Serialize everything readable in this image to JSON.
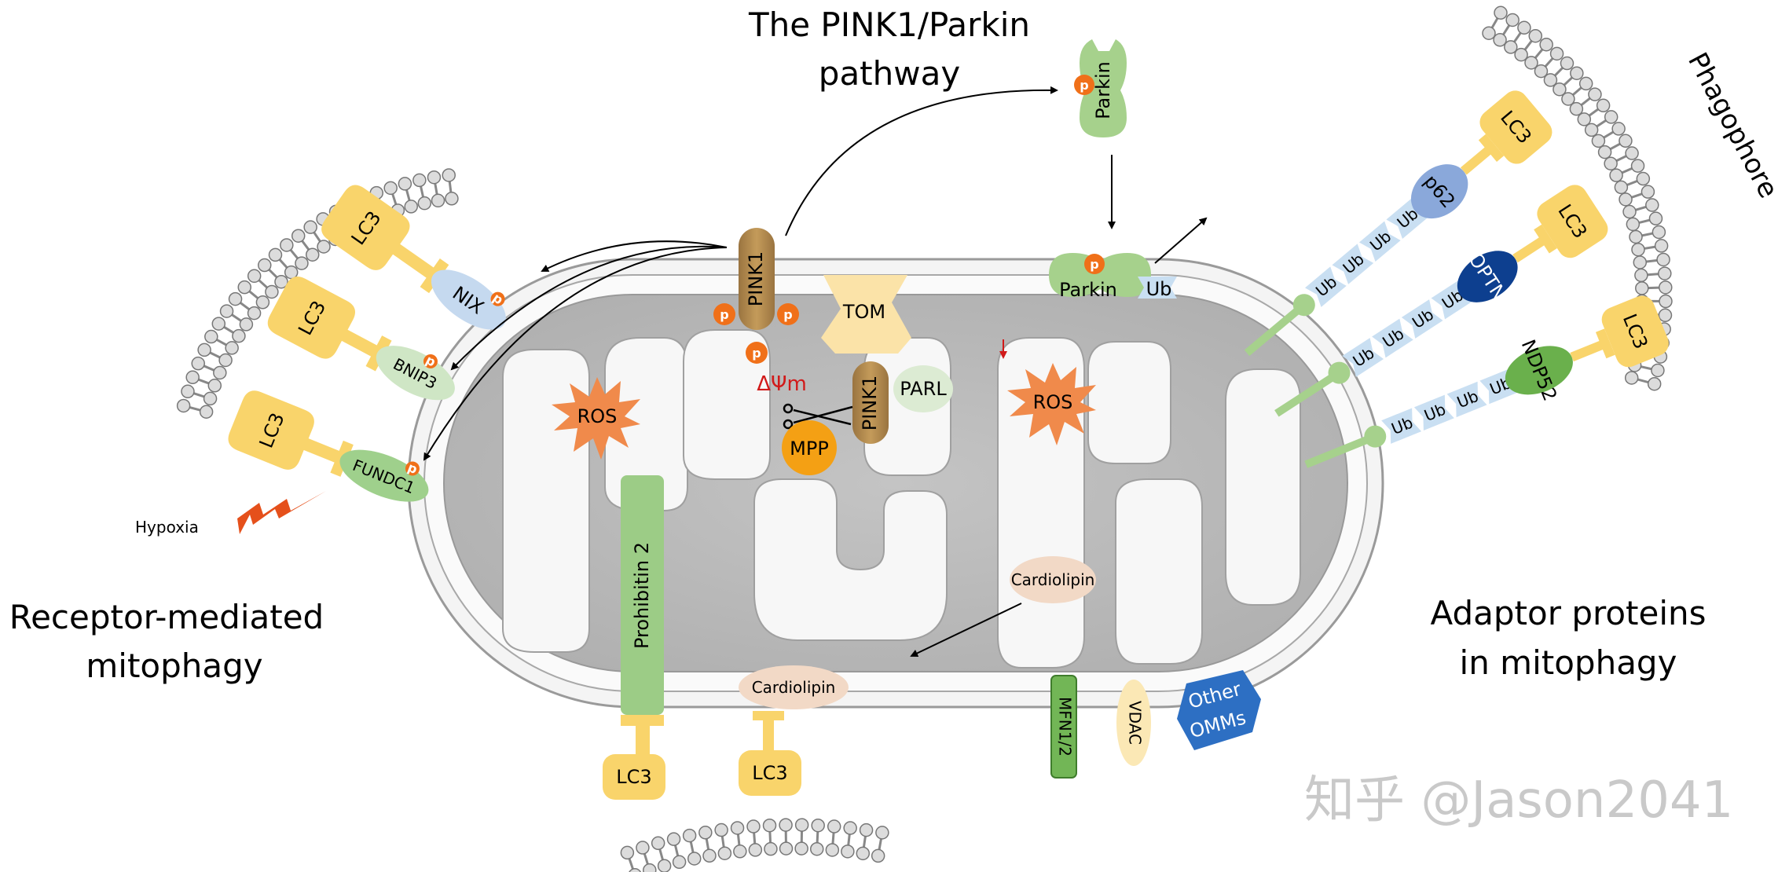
{
  "titles": {
    "pink1_parkin": [
      "The PINK1/Parkin",
      "pathway"
    ],
    "receptor_mediated": [
      "Receptor-mediated",
      "mitophagy"
    ],
    "adaptor_proteins": [
      "Adaptor proteins",
      "in mitophagy"
    ],
    "phagophore": "Phagophore"
  },
  "proteins": {
    "lc3": "LC3",
    "nix": "NIX",
    "bnip3": "BNIP3",
    "fundc1": "FUNDC1",
    "pink1": "PINK1",
    "tom": "TOM",
    "parl": "PARL",
    "mpp": "MPP",
    "parkin": "Parkin",
    "ub": "Ub",
    "p62": "p62",
    "optn": "OPTN",
    "ndp52": "NDP52",
    "prohibitin2": "Prohibitin 2",
    "cardiolipin": "Cardiolipin",
    "mfn": "MFN1/2",
    "vdac": "VDAC",
    "other_omms": [
      "Other",
      "OMMs"
    ],
    "ros": "ROS",
    "phospho": "p"
  },
  "labels": {
    "hypoxia": "Hypoxia",
    "membrane_potential": "ΔΨm"
  },
  "watermark": "知乎 @Jason2041",
  "colors": {
    "lc3": "#f9d46b",
    "nix": "#c5d9ef",
    "bnip3": "#cfe6c5",
    "fundc1": "#9fd08c",
    "pink1": "#b08a4e",
    "tom": "#fbe3a8",
    "parl": "#dcebd3",
    "mpp": "#f4a014",
    "parkin": "#a6d18c",
    "ub": "#c9dff2",
    "p62": "#8aa8da",
    "optn": "#0d3f8f",
    "ndp52": "#6ab04c",
    "prohibitin": "#9ccc86",
    "cardiolipin": "#f2d9c6",
    "mfn": "#72b656",
    "vdac": "#fbe8b5",
    "other_omms": "#2d6fc3",
    "ros": "#f08a4b",
    "phospho": "#f07019",
    "hypoxia": "#e5501b",
    "membrane_potential": "#d11a1a",
    "matrix": "#bdbdbd",
    "lipid_head": "#dcdcdc"
  }
}
